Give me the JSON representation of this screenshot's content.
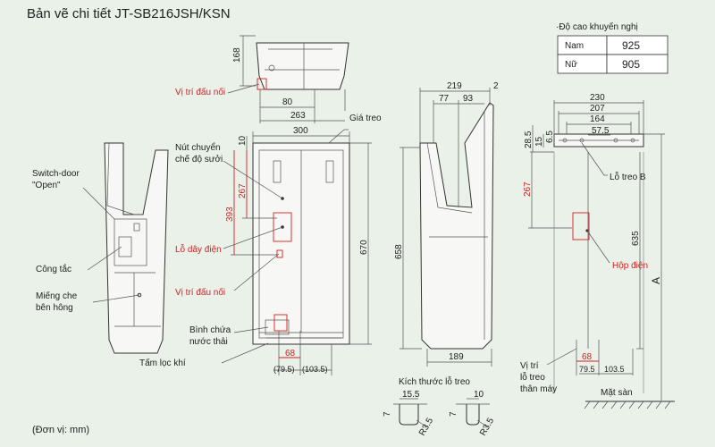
{
  "title": "Bản vẽ chi tiết JT-SB216JSH/KSN",
  "unit_note": "(Đơn vị: mm)",
  "height_table": {
    "header": "·Độ cao khuyến nghị",
    "rows": [
      {
        "label": "Nam",
        "value": "925"
      },
      {
        "label": "Nữ",
        "value": "905"
      }
    ]
  },
  "labels": {
    "connection_top": "Vị trí đấu nối",
    "connection_bottom": "Vị trí đấu nối",
    "power_hole": "Lỗ dây điện",
    "junction_box": "Hộp điện",
    "hanger": "Giá treo",
    "mode_switch_line1": "Nút chuyển",
    "mode_switch_line2": "chế độ sưởi",
    "switch_door_line1": "Switch-door",
    "switch_door_line2": "\"Open\"",
    "switch": "Công tắc",
    "side_cover_line1": "Miếng che",
    "side_cover_line2": "bên hông",
    "water_tank_line1": "Bình chứa",
    "water_tank_line2": "nước thải",
    "air_filter": "Tấm lọc khí",
    "hole_size": "Kích thước lỗ treo",
    "hole_b": "Lỗ treo B",
    "body_hole_line1": "Vị trí",
    "body_hole_line2": "lỗ treo",
    "body_hole_line3": "thân máy",
    "floor": "Mặt sàn",
    "height_a": "A"
  },
  "dimensions": {
    "top_168": "168",
    "top_80": "80",
    "top_263": "263",
    "front_300": "300",
    "front_10": "10",
    "front_267": "267",
    "front_393": "393",
    "front_670": "670",
    "front_68": "68",
    "front_79_5": "(79.5)",
    "front_103_5": "(103.5)",
    "side_219": "219",
    "side_2": "2",
    "side_77": "77",
    "side_93": "93",
    "side_658": "658",
    "side_189": "189",
    "hole_15_5": "15.5",
    "hole_7a": "7",
    "hole_r3_5a": "R3.5",
    "hole_10": "10",
    "hole_7b": "7",
    "hole_r3_5b": "R3.5",
    "wall_230": "230",
    "wall_207": "207",
    "wall_164": "164",
    "wall_57_5": "57.5",
    "wall_28_5": "28.5",
    "wall_15": "15",
    "wall_6_5": "6.5",
    "wall_267": "267",
    "wall_635": "635",
    "wall_68": "68",
    "wall_79_5": "79.5",
    "wall_103_5": "103.5"
  },
  "colors": {
    "background": "#e9f1e9",
    "line": "#333333",
    "highlight": "#d42020"
  }
}
